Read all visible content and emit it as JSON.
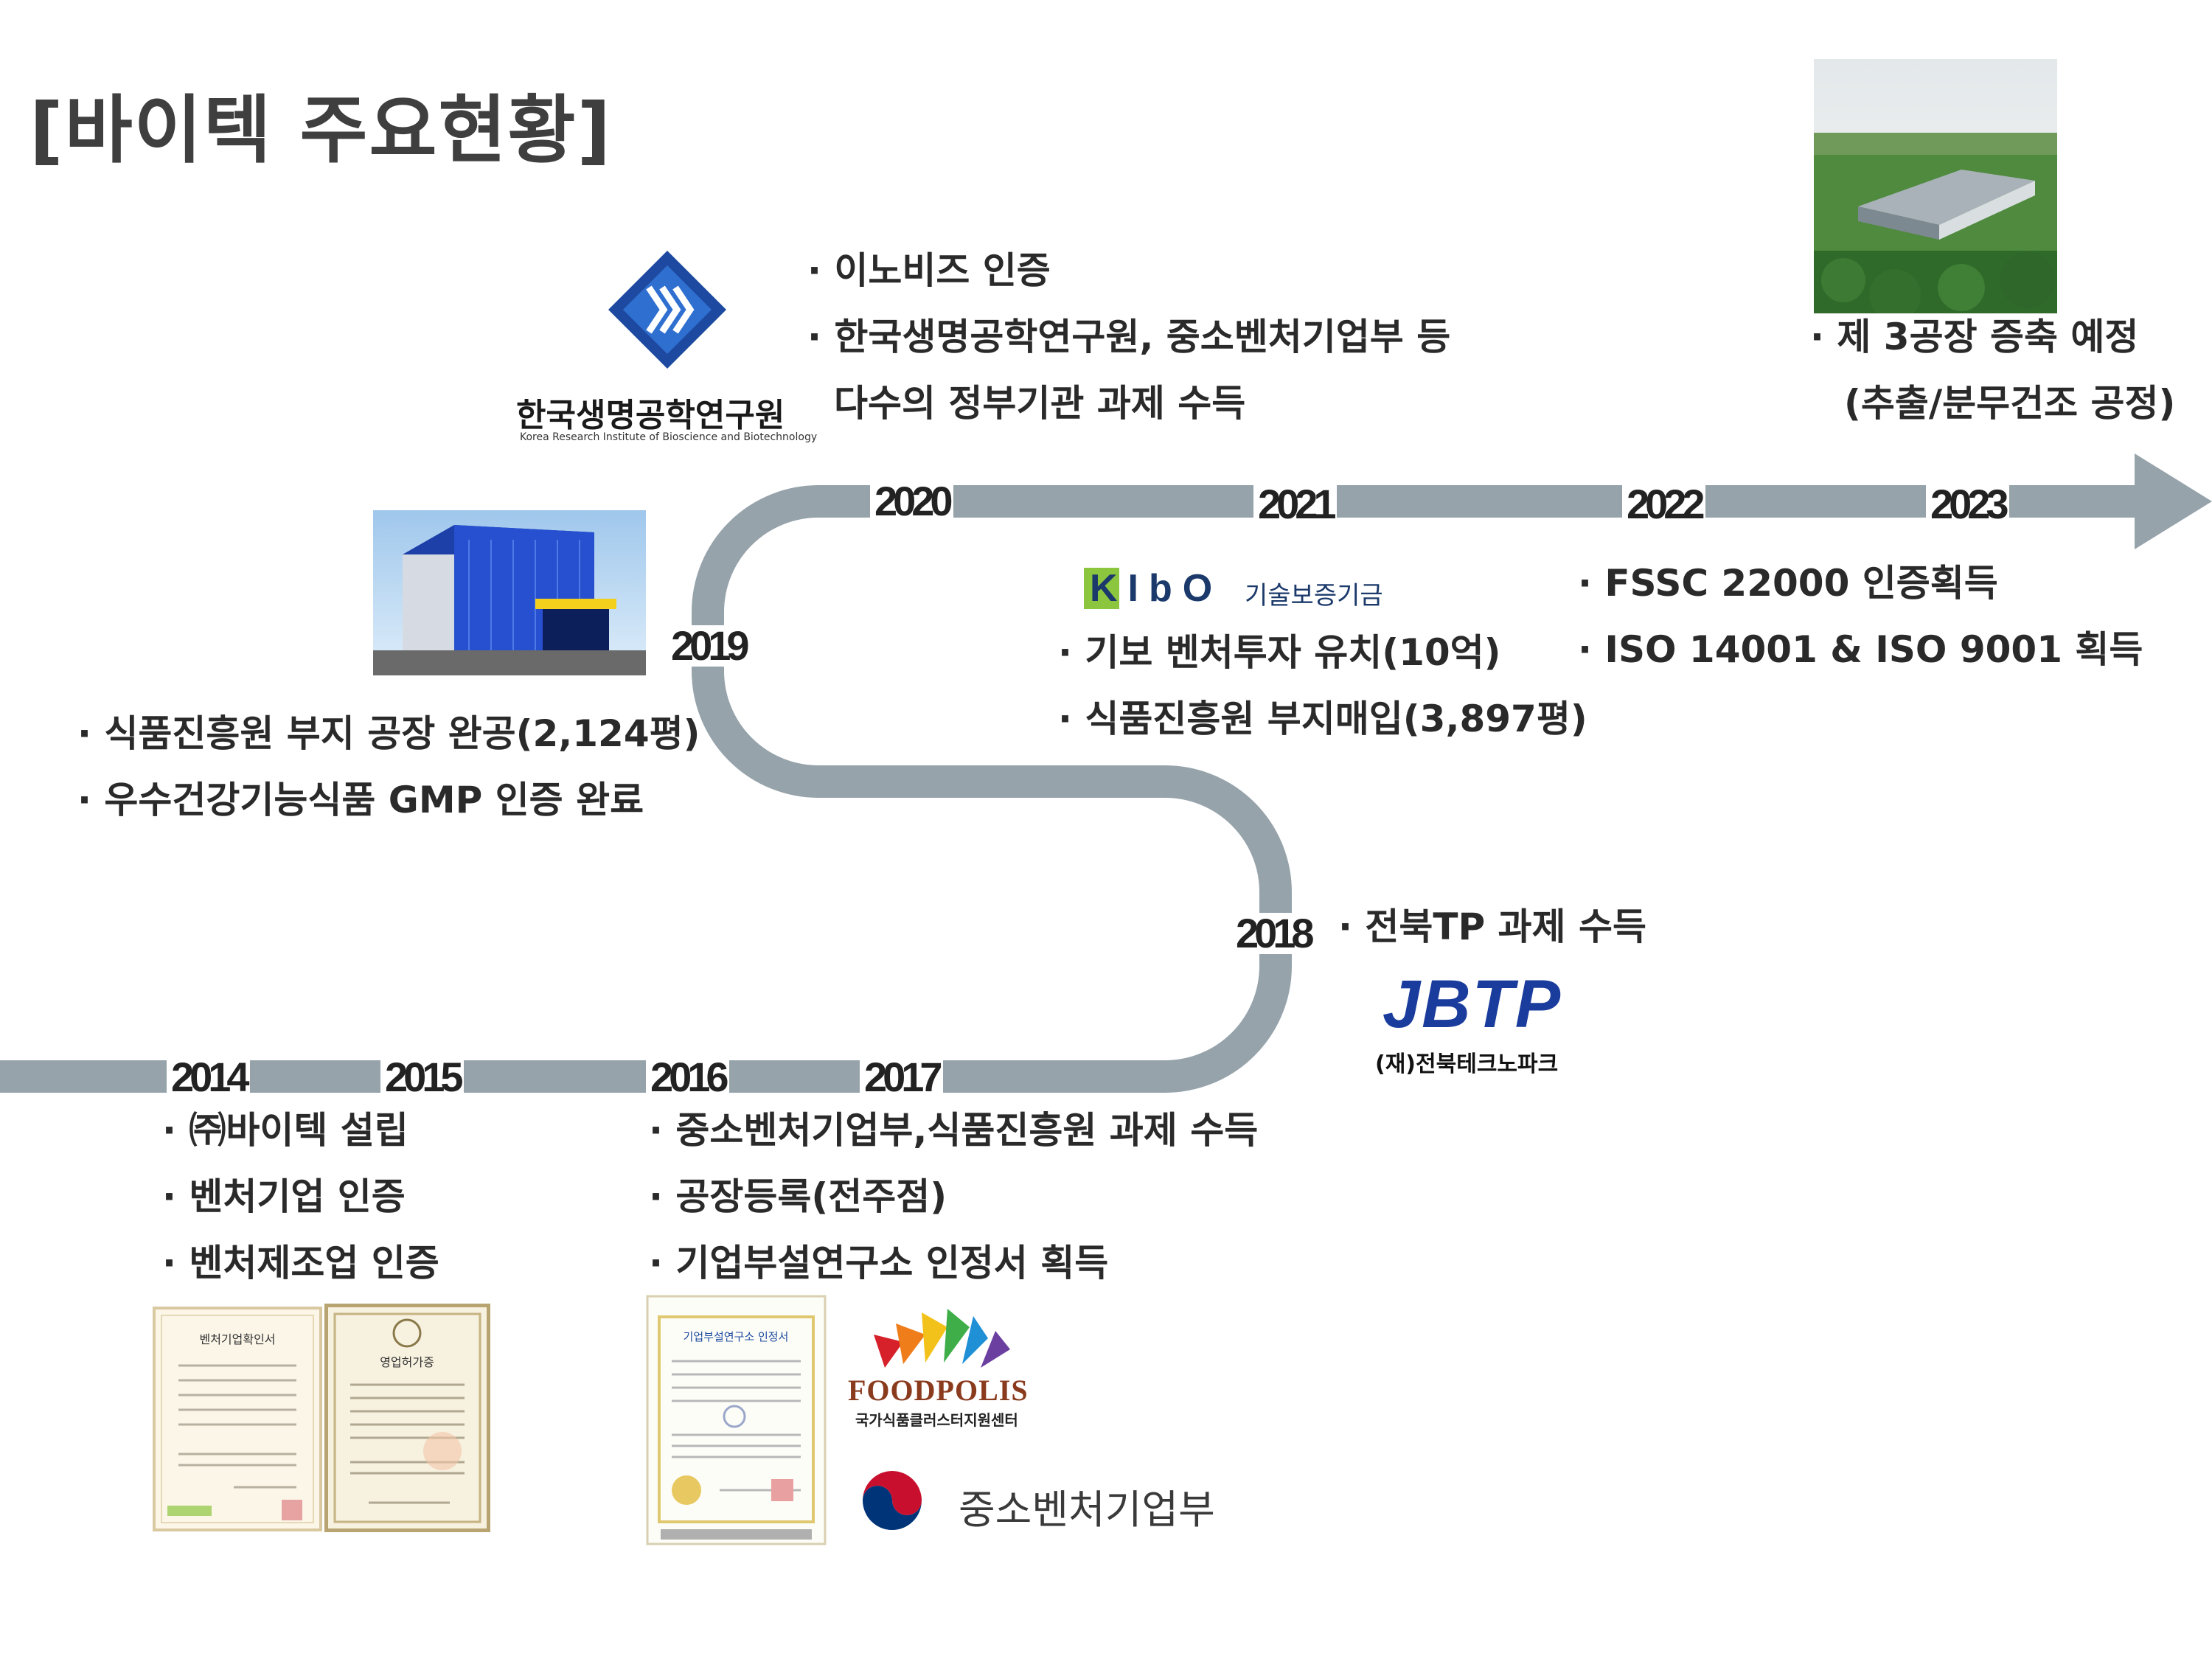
{
  "title": "[바이텍 주요현황]",
  "years": [
    "2014",
    "2015",
    "2016",
    "2017",
    "2018",
    "2019",
    "2020",
    "2021",
    "2022",
    "2023"
  ],
  "events": {
    "y2014": [
      "· ㈜바이텍 설립",
      "· 벤처기업 인증",
      "· 벤처제조업 인증"
    ],
    "y2016": [
      "· 중소벤처기업부,식품진흥원 과제 수득",
      "· 공장등록(전주점)",
      "· 기업부설연구소 인정서 획득"
    ],
    "y2018": [
      "· 전북TP 과제 수득"
    ],
    "y2019": [
      "· 식품진흥원 부지 공장 완공(2,124평)",
      "· 우수건강기능식품 GMP 인증 완료"
    ],
    "y2020": [
      "· 이노비즈 인증",
      "· 한국생명공학연구원, 중소벤처기업부 등",
      "다수의 정부기관 과제 수득"
    ],
    "y2021": [
      "· 기보 벤처투자 유치(10억)",
      "· 식품진흥원 부지매입(3,897평)"
    ],
    "y2022": [
      "· FSSC 22000 인증획득",
      "· ISO 14001 & ISO 9001 획득"
    ],
    "y2023": [
      "· 제 3공장 증축 예정",
      "(추출/분무건조 공정)"
    ]
  },
  "logos": {
    "kribb_name": "한국생명공학연구원",
    "kribb_en": "Korea Research Institute of Bioscience and Biotechnology",
    "kibo_mark": "KIbO",
    "kibo_name": "기술보증기금",
    "jbtp_mark": "JBTP",
    "jbtp_name": "(재)전북테크노파크",
    "foodpolis_mark": "FOODPOLIS",
    "foodpolis_name": "국가식품클러스터지원센터",
    "mss_name": "중소벤처기업부"
  },
  "certificates": {
    "venture_title": "벤처기업확인서",
    "business_title": "영업허가증",
    "lab_title": "기업부설연구소 인정서"
  },
  "colors": {
    "timeline": "#96a3ab",
    "title": "#3f3f3f",
    "kribb_blue": "#1d4aa0",
    "kibo_green": "#8cc63f",
    "jbtp_blue": "#1a3c9c",
    "foodpolis_brown": "#8a3b1e",
    "mss_red": "#c8102e",
    "mss_blue": "#003478"
  },
  "icons": [
    "building-photo",
    "factory-rendering-photo",
    "kribb-logo",
    "kibo-logo",
    "jbtp-logo",
    "foodpolis-logo",
    "mss-logo",
    "certificate-image"
  ]
}
